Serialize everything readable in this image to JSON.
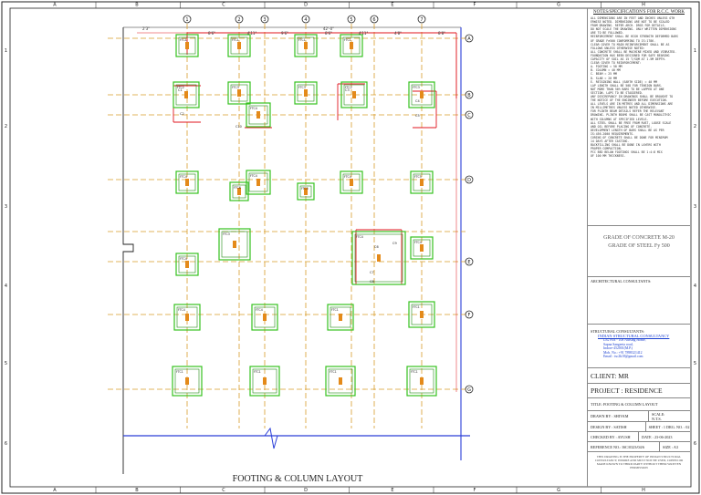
{
  "drawing_title": "FOOTING & COLUMN LAYOUT",
  "border_columns": [
    "A",
    "B",
    "C",
    "D",
    "E",
    "F",
    "G",
    "H"
  ],
  "border_rows": [
    "1",
    "2",
    "3",
    "4",
    "5",
    "6"
  ],
  "grid_top_bubbles": [
    "1",
    "2",
    "3",
    "4",
    "5",
    "6",
    "7"
  ],
  "grid_side_bubbles": [
    "A",
    "B",
    "C",
    "D",
    "E",
    "F",
    "G"
  ],
  "top_dims": [
    "2'3\"",
    "8'6\"",
    "4'11\"",
    "9'6\"",
    "8'6\"",
    "4'11\"",
    "4'8\"",
    "8'8\"",
    "42'-0\""
  ],
  "footing_labels": [
    "FTC1",
    "FTC1",
    "FTC1",
    "FTC1",
    "FTC2",
    "FTC3",
    "FTC3",
    "FTC2",
    "FTC3",
    "FTC4",
    "FTC4",
    "FTC4",
    "FTC5",
    "FTC4",
    "FTC5",
    "FTC6",
    "FTC3",
    "FTC4",
    "FTC4",
    "FTC4",
    "FTC4",
    "FTC4",
    "FTC1",
    "FTC1",
    "FTC1",
    "FTC1"
  ],
  "column_labels": [
    "C1",
    "C2",
    "C3",
    "C4",
    "C5",
    "C6",
    "C7",
    "C8",
    "C9",
    "C10"
  ],
  "notes": {
    "title": "NOTES/SPECIFICATION'S FOR R.C.C. WORK",
    "lines": [
      "ALL DIMENSIONS ARE IN FEET AND INCHES UNLESS OTH",
      "ERWISE NOTED. DIMENSIONS ARE NOT TO BE SCALED",
      "FROM DRAWING. REFER ARCH. DRGS FOR DETAILS.",
      "DO NOT SCALE THE DRAWING. ONLY WRITTEN DIMENSIONS",
      "ARE TO BE FOLLOWED.",
      "REINFORCEMENT SHALL BE HIGH STRENGTH DEFORMED BARS",
      "OF GRADE Fe500 CONFORMING TO IS:1786.",
      "CLEAR COVER TO MAIN REINFORCEMENT SHALL BE AS",
      "FOLLOWS UNLESS OTHERWISE NOTED:",
      "ALL CONCRETE SHALL BE MACHINE MIXED AND VIBRATED.",
      "FOUNDATION HAS BEEN DESIGNED FOR SAFE BEARING",
      "CAPACITY OF SOIL AS 15 T/SQM AT 1.5M DEPTH.",
      "CLEAR COVER TO REINFORCEMENT:",
      "A. FOOTING      = 50 MM",
      "B. COLUMN       = 40 MM",
      "C. BEAM         = 25 MM",
      "D. SLAB         = 20 MM",
      "E. RETAINING WALL (EARTH SIDE) = 40 MM",
      "LAP LENGTH SHALL BE 50D FOR TENSION BARS.",
      "NOT MORE THAN 50% BARS TO BE LAPPED AT ONE",
      "SECTION. LAPS TO BE STAGGERED.",
      "ANY DISCREPANCY IN DRAWINGS SHALL BE BROUGHT TO",
      "THE NOTICE OF THE ENGINEER BEFORE EXECUTION.",
      "ALL LEVELS ARE IN METRES AND ALL DIMENSIONS ARE",
      "IN MILLIMETRES UNLESS NOTED OTHERWISE.",
      "FOR PLINTH BEAM DETAILS REFER THE RELEVANT",
      "DRAWING. PLINTH BEAMS SHALL BE CAST MONOLITHIC",
      "WITH COLUMNS AT SPECIFIED LEVELS.",
      "ALL STEEL SHALL BE FREE FROM RUST, LOOSE SCALE",
      "AND OIL BEFORE PLACING OF CONCRETE.",
      "DEVELOPMENT LENGTH OF BARS SHALL BE AS PER",
      "IS:456-2000 REQUIREMENTS.",
      "CURING OF CONCRETE SHALL BE DONE FOR MINIMUM",
      "14 DAYS AFTER CASTING.",
      "BACKFILLING SHALL BE DONE IN LAYERS WITH",
      "PROPER COMPACTION.",
      "PCC BED BELOW FOOTINGS SHALL BE 1:4:8 MIX",
      "OF 100 MM THICKNESS."
    ]
  },
  "grade": {
    "concrete": "GRADE OF CONCRETE M-20",
    "steel": "GRADE OF STEEL  Fy 500"
  },
  "architectural_consultants": "ARCHITECTURAL CONSULTANTS:",
  "structural_consultants": {
    "heading": "STRUCTURAL CONSULTANTS:",
    "name": "INDIAN STRUCTURAL CONSULTANCY",
    "lines": [
      "LIG Plot - 108 Nursing Home,",
      "Sapna Sangeeta road,",
      "Indore-452001(M.P.)",
      "Mob. No.: +91 7898321412",
      "Email : isc2k18@gmail.com"
    ]
  },
  "client": "CLIENT:  MR",
  "project": "PROJECT : RESIDENCE",
  "title": "TITLE: FOOTING & COLUMN LAYOUT",
  "drawn_by": "DRAWN BY : SHIVAM",
  "scale": "SCALE:",
  "scale_value": "N.T.S.",
  "design_by": "DESIGN BY : SATISH",
  "sheet": "SHEET : 1  DRG. NO. : 02",
  "checked_by": "CHECKED BY : AYUSH",
  "date": "DATE : 23-06-2023",
  "reference_no": "REFERENCE NO.: ISC/0323/04/6",
  "size": "SIZE : A3",
  "disclaimer": "THIS DRAWING IS THE PROPERTY OF INDIAN STRUCTURAL CONSULTANCY, INDORE AND MUST NOT BE USED, COPIED OR MADE KNOWN TO THIRD PARTY WITHOUT THEIR WRITTEN PERMISSION",
  "colors": {
    "grid": "#d89c2a",
    "footing": "#35c21e",
    "footing_inner": "#1f8c14",
    "beam": "#e0161f",
    "boundary": "#2b3fd8",
    "column": "#e48a1a",
    "border": "#222222"
  }
}
